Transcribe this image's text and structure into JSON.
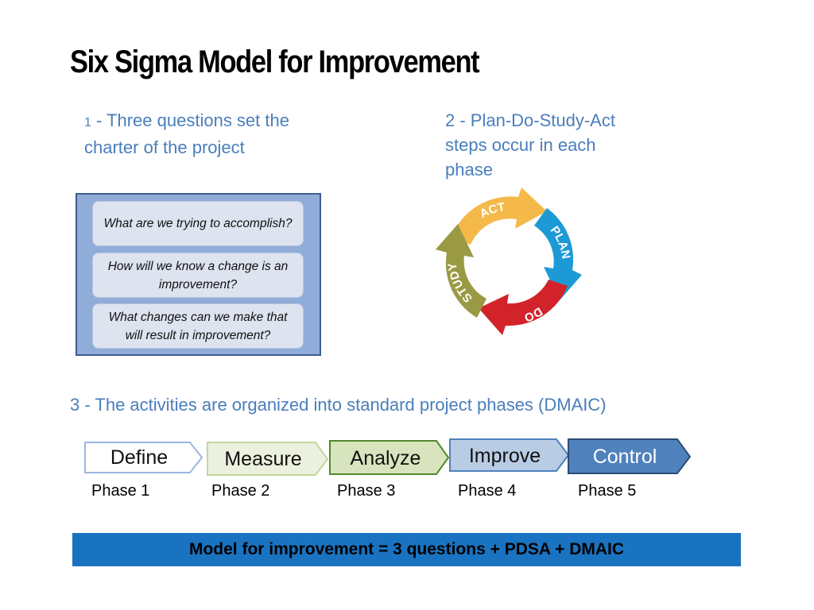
{
  "title": "Six Sigma Model for Improvement",
  "section1": {
    "number": "1",
    "caption": " - Three questions set the charter of the project",
    "questions": [
      "What are we  trying to accomplish?",
      "How will we know a change is an improvement?",
      "What changes can we make that will result in improvement?"
    ]
  },
  "section2": {
    "caption": "2 - Plan-Do-Study-Act steps occur in each phase",
    "cycle": [
      {
        "label": "ACT",
        "color": "#f5b94a"
      },
      {
        "label": "PLAN",
        "color": "#1d9ad6"
      },
      {
        "label": "DO",
        "color": "#d2232a"
      },
      {
        "label": "STUDY",
        "color": "#9a9a44"
      }
    ]
  },
  "section3": {
    "caption": "3 - The activities are organized into standard project phases (DMAIC)",
    "phases": [
      {
        "name": "Define",
        "phase": "Phase 1",
        "fill": "#ffffff",
        "stroke": "#9ab7de",
        "text_color": "#111111"
      },
      {
        "name": "Measure",
        "phase": "Phase 2",
        "fill": "#ebf1de",
        "stroke": "#c3d69b",
        "text_color": "#111111"
      },
      {
        "name": "Analyze",
        "phase": "Phase 3",
        "fill": "#d7e4bd",
        "stroke": "#4f8a2a",
        "text_color": "#111111"
      },
      {
        "name": "Improve",
        "phase": "Phase 4",
        "fill": "#b8cce4",
        "stroke": "#4f81bd",
        "text_color": "#111111"
      },
      {
        "name": "Control",
        "phase": "Phase 5",
        "fill": "#4f81bd",
        "stroke": "#2c4d75",
        "text_color": "#ffffff"
      }
    ]
  },
  "banner": {
    "text": "Model for improvement = 3 questions + PDSA + DMAIC",
    "color": "#1a73c0"
  }
}
